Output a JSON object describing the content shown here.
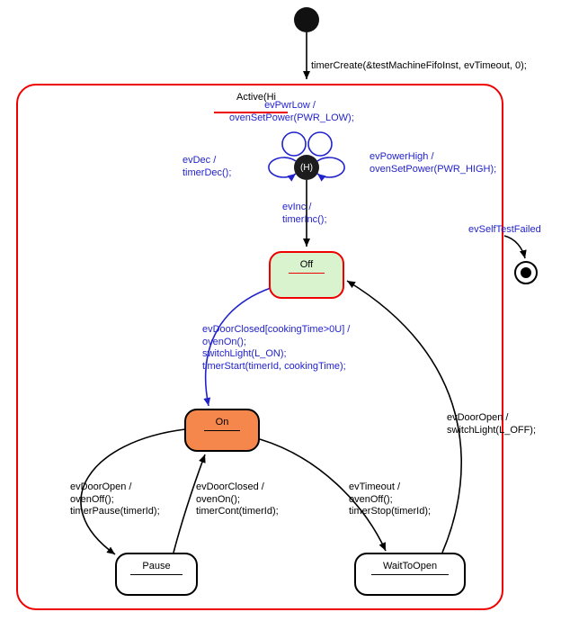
{
  "colors": {
    "red": "#ee0000",
    "blue": "#2222cc",
    "green-fill": "#d9f3cf",
    "orange-fill": "#f6874c"
  },
  "states": {
    "active_title": "Active(Hi",
    "history": "(H)",
    "off": "Off",
    "on": "On",
    "pause": "Pause",
    "wait_to_open": "WaitToOpen"
  },
  "transitions": {
    "initial": "timerCreate(&testMachineFifoInst, evTimeout, 0);",
    "ev_pwr_low": "evPwrLow /\novenSetPower(PWR_LOW);",
    "ev_dec": "evDec /\ntimerDec();",
    "ev_power_high": "evPowerHigh /\novenSetPower(PWR_HIGH);",
    "ev_inc": "evInc /\ntimerInc();",
    "ev_self_test_failed": "evSelfTestFailed",
    "ev_door_closed_off_on": "evDoorClosed[cookingTime>0U] /\novenOn();\nswitchLight(L_ON);\ntimerStart(timerId, cookingTime);",
    "ev_door_open_on_pause": "evDoorOpen /\novenOff();\ntimerPause(timerId);",
    "ev_door_closed_pause_on": "evDoorClosed /\novenOn();\ntimerCont(timerId);",
    "ev_timeout_on_wait": "evTimeout /\novenOff();\ntimerStop(timerId);",
    "ev_door_open_wait_off": "evDoorOpen /\nswitchLight(L_OFF);"
  }
}
